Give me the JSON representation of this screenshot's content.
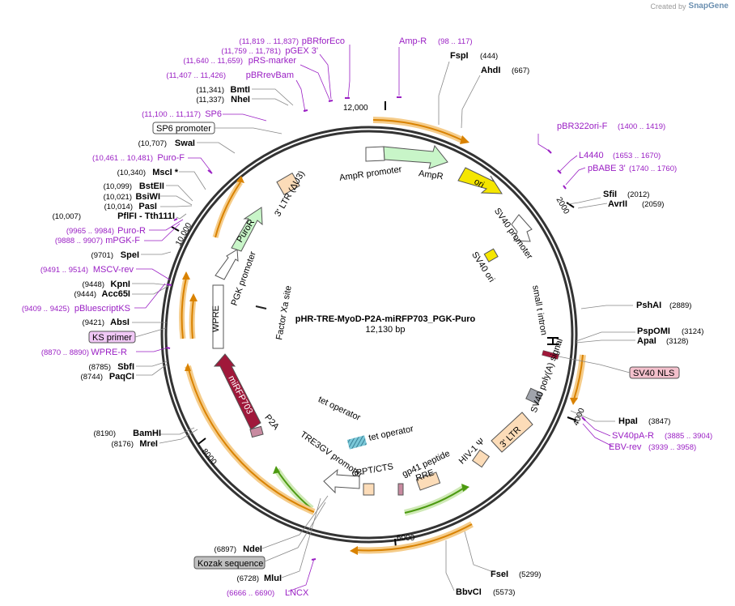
{
  "credit": {
    "text": "Created by",
    "brand": "SnapGene"
  },
  "map": {
    "title": "pHR-TRE-MyoD-P2A-miRFP703_PGK-Puro",
    "size": "12,130 bp",
    "ticks": [
      "2000",
      "4000",
      "6000",
      "8000",
      "10,000",
      "12,000"
    ]
  },
  "colors": {
    "ring": "#333333",
    "orf_orange": "#f0a020",
    "orf_green": "#78c028",
    "enzyme_line": "#888888",
    "primer": "#9a1fc4",
    "mirfp": "#a0183a",
    "ori": "#f5e600",
    "ampr": "#c8f5c8",
    "puro": "#c8f5c8",
    "ltr": "#fcdcb8",
    "kozak": "#c0c0c0",
    "sv40nls": "#f3c0cc"
  },
  "enzymes": [
    {
      "name": "FspI",
      "pos": "(444)"
    },
    {
      "name": "AhdI",
      "pos": "(667)"
    },
    {
      "name": "SfiI",
      "pos": "(2012)"
    },
    {
      "name": "AvrII",
      "pos": "(2059)"
    },
    {
      "name": "PshAI",
      "pos": "(2889)"
    },
    {
      "name": "PspOMI",
      "pos": "(3124)"
    },
    {
      "name": "ApaI",
      "pos": "(3128)"
    },
    {
      "name": "HpaI",
      "pos": "(3847)"
    },
    {
      "name": "FseI",
      "pos": "(5299)"
    },
    {
      "name": "BbvCI",
      "pos": "(5573)"
    },
    {
      "name": "MluI",
      "pos": "(6728)"
    },
    {
      "name": "NdeI",
      "pos": "(6897)"
    },
    {
      "name": "MreI",
      "pos": "(8176)"
    },
    {
      "name": "BamHI",
      "pos": "(8190)"
    },
    {
      "name": "PaqCI",
      "pos": "(8744)"
    },
    {
      "name": "SbfI",
      "pos": "(8785)"
    },
    {
      "name": "AbsI",
      "pos": "(9421)"
    },
    {
      "name": "Acc65I",
      "pos": "(9444)"
    },
    {
      "name": "KpnI",
      "pos": "(9448)"
    },
    {
      "name": "SpeI",
      "pos": "(9701)"
    },
    {
      "name": "PflFI - Tth111I",
      "pos": "(10,007)"
    },
    {
      "name": "PasI",
      "pos": "(10,014)"
    },
    {
      "name": "BsiWI",
      "pos": "(10,021)"
    },
    {
      "name": "BstEII",
      "pos": "(10,099)"
    },
    {
      "name": "MscI *",
      "pos": "(10,340)"
    },
    {
      "name": "SwaI",
      "pos": "(10,707)"
    },
    {
      "name": "NheI",
      "pos": "(11,337)"
    },
    {
      "name": "BmtI",
      "pos": "(11,341)"
    }
  ],
  "primers": [
    {
      "name": "Amp-R",
      "pos": "(98 .. 117)"
    },
    {
      "name": "pBRforEco",
      "pos": "(11,819 .. 11,837)"
    },
    {
      "name": "pGEX 3'",
      "pos": "(11,759 .. 11,781)"
    },
    {
      "name": "pRS-marker",
      "pos": "(11,640 .. 11,659)"
    },
    {
      "name": "pBRrevBam",
      "pos": "(11,407 .. 11,426)"
    },
    {
      "name": "SP6",
      "pos": "(11,100 .. 11,117)"
    },
    {
      "name": "Puro-F",
      "pos": "(10,461 .. 10,481)"
    },
    {
      "name": "Puro-R",
      "pos": "(9965 .. 9984)"
    },
    {
      "name": "mPGK-F",
      "pos": "(9888 .. 9907)"
    },
    {
      "name": "MSCV-rev",
      "pos": "(9491 .. 9514)"
    },
    {
      "name": "pBluescriptKS",
      "pos": "(9409 .. 9425)"
    },
    {
      "name": "WPRE-R",
      "pos": "(8870 .. 8890)"
    },
    {
      "name": "pBR322ori-F",
      "pos": "(1400 .. 1419)"
    },
    {
      "name": "L4440",
      "pos": "(1653 .. 1670)"
    },
    {
      "name": "pBABE 3'",
      "pos": "(1740 .. 1760)"
    },
    {
      "name": "SV40pA-R",
      "pos": "(3885 .. 3904)"
    },
    {
      "name": "EBV-rev",
      "pos": "(3939 .. 3958)"
    },
    {
      "name": "LNCX",
      "pos": "(6666 .. 6690)"
    }
  ],
  "boxed_labels": {
    "sp6_promoter": "SP6 promoter",
    "ks_primer": "KS primer",
    "sv40_nls": "SV40 NLS",
    "kozak": "Kozak sequence"
  },
  "features": {
    "ampr_promoter": "AmpR promoter",
    "ampr": "AmpR",
    "ori": "ori",
    "sv40_promoter": "SV40 promoter",
    "sv40_ori": "SV40 ori",
    "small_t_intron": "small t intron",
    "sv40_polya": "SV40 poly(A) signal",
    "ltr3": "3' LTR",
    "hiv1_psi": "HIV-1 Ψ",
    "gp41": "gp41 peptide",
    "rre": "RRE",
    "cppt": "cPPT/CTS",
    "tre3gv": "TRE3GV promoter",
    "tet_op1": "tet operator",
    "tet_op2": "tet operator",
    "p2a": "P2A",
    "mirfp": "miRFP703",
    "wpre": "WPRE",
    "pgk": "PGK promoter",
    "puror": "PuroR",
    "factor_xa": "Factor Xa site",
    "ltr_du3": "3' LTR (ΔU3)"
  }
}
